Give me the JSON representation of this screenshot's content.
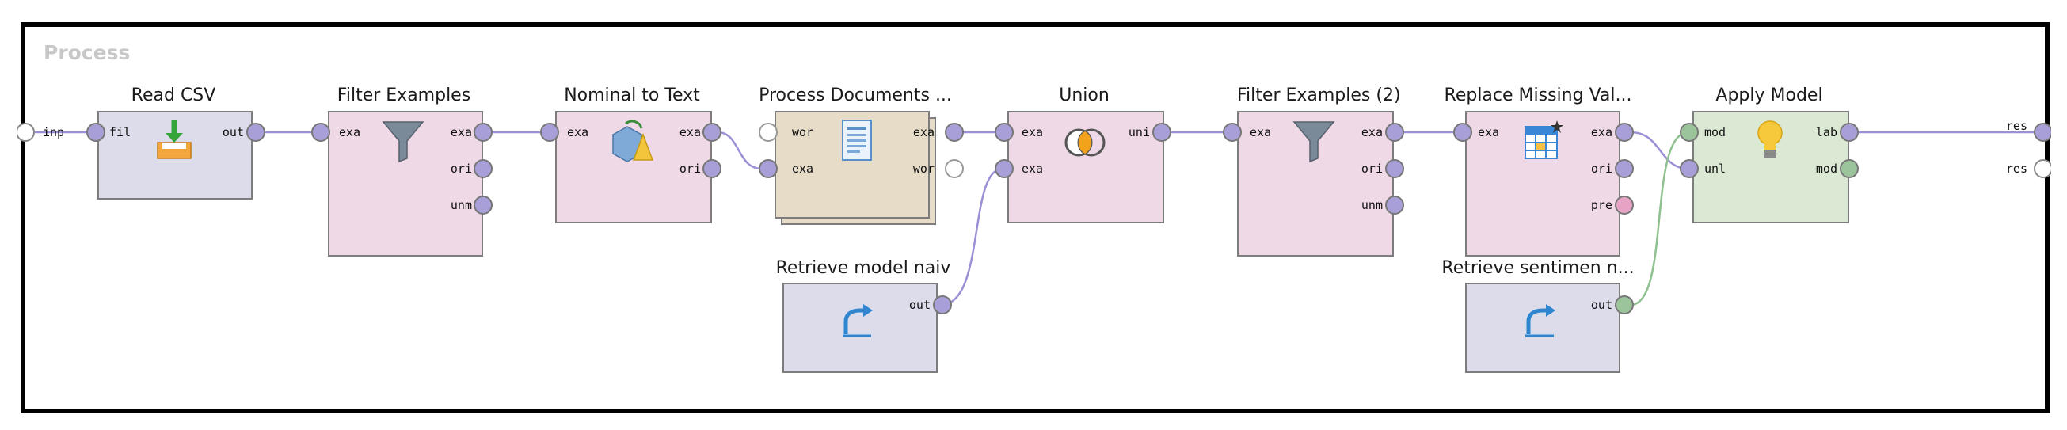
{
  "panel": {
    "title": "Process"
  },
  "process_ports": {
    "input": "inp",
    "outputs": [
      "res",
      "res"
    ]
  },
  "operators": {
    "read_csv": {
      "title": "Read CSV",
      "in": [
        "fil"
      ],
      "out": [
        "out"
      ]
    },
    "filter_examples": {
      "title": "Filter Examples",
      "in": [
        "exa"
      ],
      "out": [
        "exa",
        "ori",
        "unm"
      ]
    },
    "nominal_to_text": {
      "title": "Nominal to Text",
      "in": [
        "exa"
      ],
      "out": [
        "exa",
        "ori"
      ]
    },
    "process_documents": {
      "title": "Process Documents ...",
      "in": [
        "wor",
        "exa"
      ],
      "out": [
        "exa",
        "wor"
      ]
    },
    "union": {
      "title": "Union",
      "in": [
        "exa",
        "exa"
      ],
      "out": [
        "uni"
      ]
    },
    "filter_examples_2": {
      "title": "Filter Examples (2)",
      "in": [
        "exa"
      ],
      "out": [
        "exa",
        "ori",
        "unm"
      ]
    },
    "replace_missing": {
      "title": "Replace Missing Val...",
      "in": [
        "exa"
      ],
      "out": [
        "exa",
        "ori",
        "pre"
      ]
    },
    "apply_model": {
      "title": "Apply Model",
      "in": [
        "mod",
        "unl"
      ],
      "out": [
        "lab",
        "mod"
      ]
    },
    "retrieve_model_naiv": {
      "title": "Retrieve model naiv",
      "out": [
        "out"
      ]
    },
    "retrieve_sentiment": {
      "title": "Retrieve sentimen n...",
      "out": [
        "out"
      ]
    }
  },
  "colors": {
    "read_csv_fill": "#dcdcea",
    "filter_fill": "#efd9e6",
    "process_docs_fill": "#e6dcc8",
    "apply_model_fill": "#dbe9d4",
    "retrieve_fill": "#dcdcea",
    "port_example": "#a99fd8",
    "port_model": "#9bc49b",
    "port_pre": "#e7a3c3",
    "wire": "#9b8fd6",
    "wire_model": "#8fc08f"
  },
  "icons": {
    "read_csv": "download-icon",
    "filter": "funnel-icon",
    "nominal_to_text": "convert-icon",
    "process_documents": "document-icon",
    "union": "venn-icon",
    "replace_missing": "table-icon",
    "apply_model": "lightbulb-icon",
    "retrieve": "retrieve-arrow-icon"
  }
}
